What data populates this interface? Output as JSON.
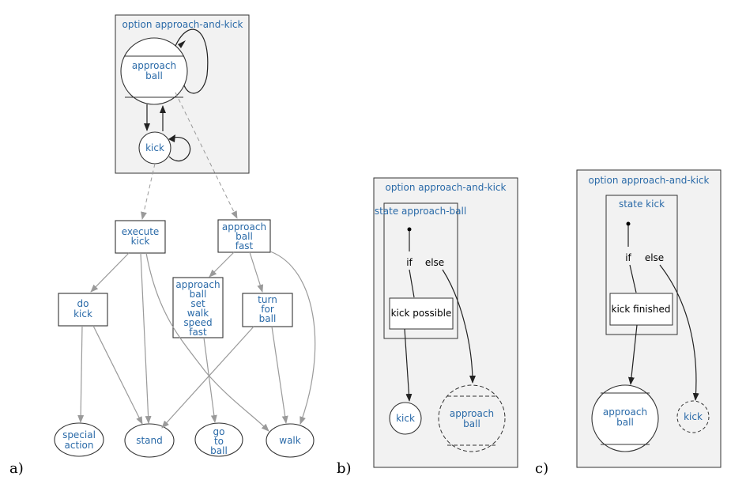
{
  "panel_a": {
    "label": "a)",
    "option_title": "option approach-and-kick",
    "state_approach": [
      "approach",
      "ball"
    ],
    "state_kick": "kick",
    "execute_kick": [
      "execute",
      "kick"
    ],
    "approach_ball_fast": [
      "approach",
      "ball",
      "fast"
    ],
    "do_kick": [
      "do",
      "kick"
    ],
    "approach_ball_set": [
      "approach",
      "ball",
      "set",
      "walk",
      "speed",
      "fast"
    ],
    "turn_for_ball": [
      "turn",
      "for",
      "ball"
    ],
    "special_action": [
      "special",
      "action"
    ],
    "stand": "stand",
    "go_to_ball": [
      "go",
      "to",
      "ball"
    ],
    "walk": "walk"
  },
  "panel_b": {
    "label": "b)",
    "option_title": "option approach-and-kick",
    "state_title": "state approach-ball",
    "if_label": "if",
    "else_label": "else",
    "condition": "kick possible",
    "target_kick": "kick",
    "target_approach": [
      "approach",
      "ball"
    ]
  },
  "panel_c": {
    "label": "c)",
    "option_title": "option approach-and-kick",
    "state_title": "state kick",
    "if_label": "if",
    "else_label": "else",
    "condition": "kick finished",
    "target_approach": [
      "approach",
      "ball"
    ],
    "target_kick": "kick"
  },
  "colors": {
    "label_blue": "#2a6aa8",
    "frame_fill": "#f2f2f2"
  }
}
